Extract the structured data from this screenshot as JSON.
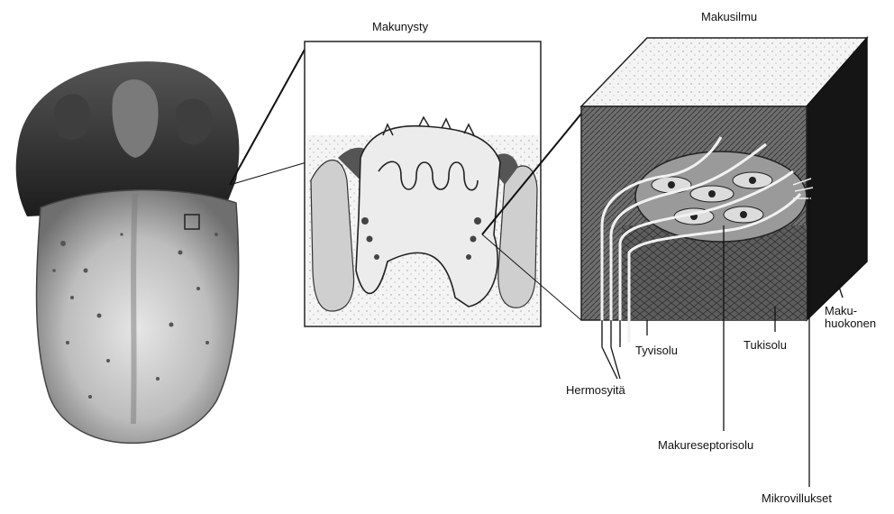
{
  "titles": {
    "papilla": "Makunysty",
    "taste_bud": "Makusilmu"
  },
  "labels": {
    "nerve_fibers": "Hermosyitä",
    "basal_cell": "Tyvisolu",
    "supporting_cell": "Tukisolu",
    "taste_pore": "Maku-\nhuokonen",
    "receptor_cell": "Makureseptorisolu",
    "microvilli": "Mikrovillukset"
  },
  "colors": {
    "ink": "#111111",
    "tongue_dark": "#2b2b2b",
    "tongue_mid": "#8a8a8a",
    "tongue_light": "#d9d9d9",
    "paper": "#ffffff"
  }
}
